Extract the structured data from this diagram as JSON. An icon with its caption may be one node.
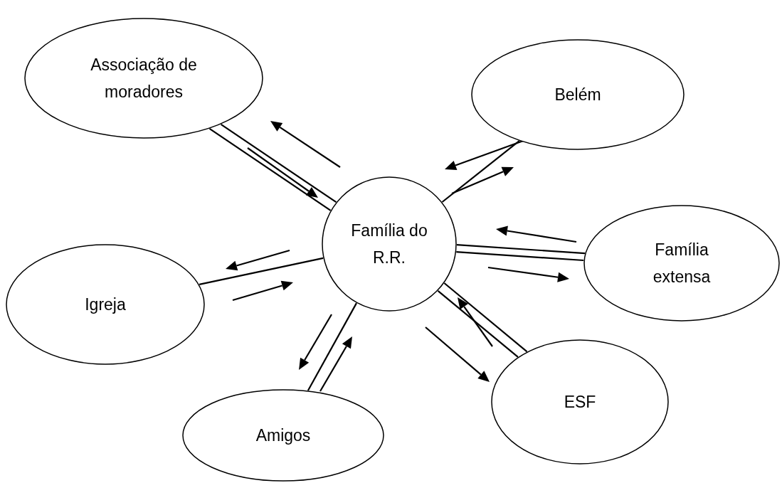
{
  "diagram": {
    "nodes": [
      {
        "text": [
          "Associação de moradores"
        ]
      },
      {
        "text": [
          "Belém"
        ]
      },
      {
        "text": [
          "Família do R.R."
        ]
      },
      {
        "text": [
          "Família extensa"
        ]
      },
      {
        "text": [
          "Igreja"
        ]
      },
      {
        "text": [
          "ESF"
        ]
      },
      {
        "text": [
          "Amigos"
        ]
      }
    ],
    "edges": [
      {
        "from": 2,
        "to": 0,
        "arrow": "none"
      },
      {
        "from": 2,
        "to": 0,
        "arrow": "none"
      },
      {
        "from": 2,
        "to": 1,
        "arrow": "none"
      },
      {
        "from": 2,
        "to": 3,
        "arrow": "none"
      },
      {
        "from": 2,
        "to": 3,
        "arrow": "none"
      },
      {
        "from": 2,
        "to": 4,
        "arrow": "none"
      },
      {
        "from": 2,
        "to": 5,
        "arrow": "none"
      },
      {
        "from": 2,
        "to": 5,
        "arrow": "none"
      },
      {
        "from": 2,
        "to": 6,
        "arrow": "none"
      }
    ]
  }
}
